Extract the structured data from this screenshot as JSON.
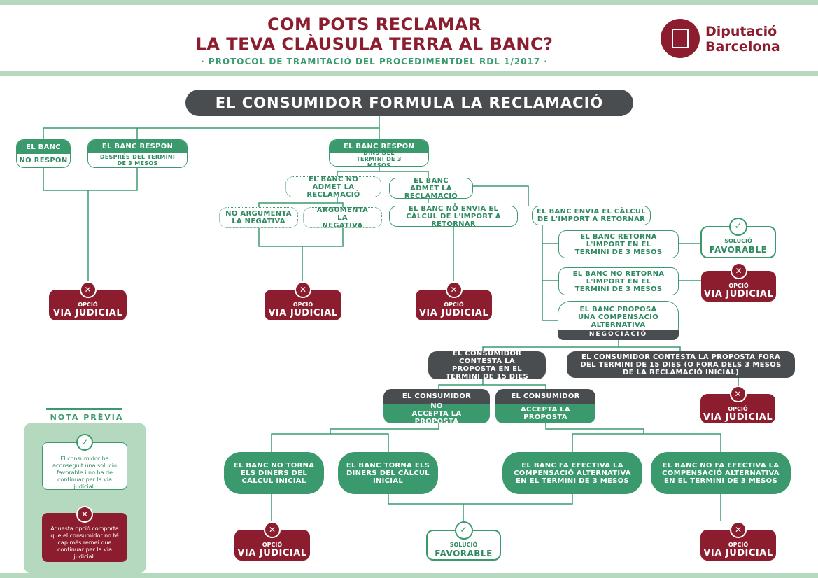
{
  "header": {
    "title_line1": "COM POTS RECLAMAR",
    "title_line2": "LA TEVA CLÀUSULA TERRA AL BANC?",
    "subtitle": "· PROTOCOL DE TRAMITACIÓ DEL PROCEDIMENTDEL RDL 1/2017 ·",
    "logo_line1": "Diputació",
    "logo_line2": "Barcelona"
  },
  "main": "EL CONSUMIDOR FORMULA LA RECLAMACIÓ",
  "branches": {
    "no_respon_top": "EL BANC",
    "no_respon_bottom": "NO RESPON",
    "despres_top": "EL BANC RESPON",
    "despres_bottom": "DESPRÉS DEL TERMINI DE 3 MESOS",
    "dins_top": "EL BANC RESPON",
    "dins_bottom": "DINS DEL TERMINI DE 3 MESOS"
  },
  "nodes": {
    "no_admet": "EL BANC NO ADMET LA RECLAMACIÓ",
    "admet": "EL BANC ADMET LA RECLAMACIÓ",
    "no_argumenta": "NO ARGUMENTA LA NEGATIVA",
    "argumenta": "ARGUMENTA LA NEGATIVA",
    "no_envia": "EL BANC NO ENVIA EL CÀLCUL DE L'IMPORT A RETORNAR",
    "envia": "EL BANC ENVIA EL CÀLCUL DE L'IMPORT A RETORNAR",
    "retorna": "EL BANC RETORNA L'IMPORT EN EL TERMINI DE 3 MESOS",
    "no_retorna": "EL BANC NO RETORNA L'IMPORT EN EL TERMINI DE 3 MESOS",
    "proposa": "EL BANC PROPOSA UNA COMPENSACIÓ ALTERNATIVA",
    "negociacio": "NEGOCIACIÓ",
    "contesta_dins": "EL CONSUMIDOR CONTESTA LA PROPOSTA EN EL TERMINI DE 15 DIES",
    "contesta_fora": "EL CONSUMIDOR CONTESTA LA PROPOSTA FORA DEL TERMINI DE 15 DIES (O FORA DELS 3 MESOS DE LA RECLAMACIÓ INICIAL)",
    "no_accepta_top": "EL CONSUMIDOR",
    "no_accepta_bottom": "NO ACCEPTA LA PROPOSTA",
    "accepta_top": "EL CONSUMIDOR",
    "accepta_bottom": "ACCEPTA LA PROPOSTA",
    "no_torna": "EL BANC NO TORNA ELS DINERS DEL CÀLCUL INICIAL",
    "torna": "EL BANC TORNA ELS DINERS DEL CÀLCUL INICIAL",
    "fa_efectiva": "EL BANC FA EFECTIVA LA COMPENSACIÓ ALTERNATIVA EN EL TERMINI DE 3 MESOS",
    "no_fa_efectiva": "EL BANC NO FA EFECTIVA LA COMPENSACIÓ ALTERNATIVA EN EL TERMINI DE 3 MESOS"
  },
  "outcomes": {
    "opcio": "OPCIÓ",
    "via_judicial": "VIA JUDICIAL",
    "solucio": "SOLUCIÓ",
    "favorable": "FAVORABLE",
    "x_icon": "✕",
    "check_icon": "✓"
  },
  "nota": {
    "title": "NOTA PRÈVIA",
    "green_text": "El consumidor ha aconseguit una solució favorable i no ha de continuar per la via judicial.",
    "red_text": "Aquesta opció comporta que el consumidor no té cap més remei que continuar per la via judicial."
  },
  "colors": {
    "green": "#3a9a6e",
    "maroon": "#8c1d2e",
    "dark": "#4a4d50",
    "light_green": "#b5d9bf"
  }
}
